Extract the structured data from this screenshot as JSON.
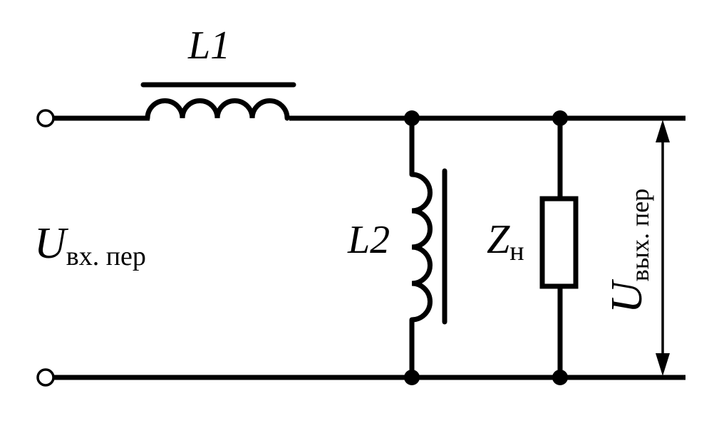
{
  "labels": {
    "l1": "L1",
    "l2": "L2",
    "u_in_main": "U",
    "u_in_sub": "вх. пер",
    "z_main": "Z",
    "z_sub": "н",
    "u_out_main": "U",
    "u_out_sub": "вых. пер"
  }
}
